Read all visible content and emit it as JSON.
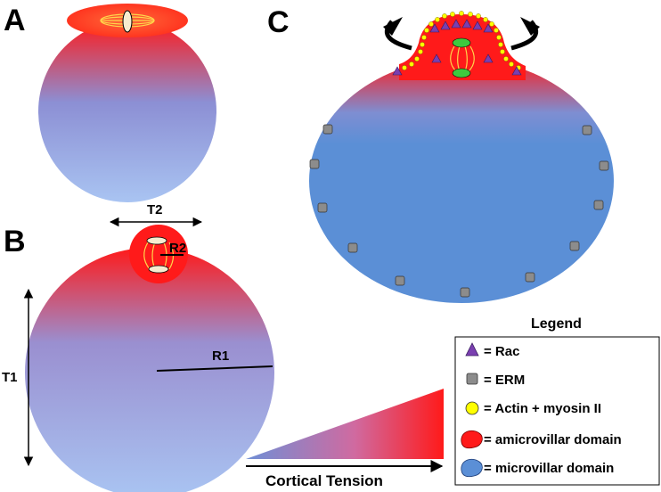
{
  "panels": {
    "a": "A",
    "b": "B",
    "c": "C"
  },
  "labels": {
    "t1": "T1",
    "t2": "T2",
    "r1": "R1",
    "r2": "R2",
    "cortical_tension": "Cortical Tension"
  },
  "legend": {
    "title": "Legend",
    "items": [
      {
        "label": "= Rac",
        "icon": "triangle-icon",
        "color": "#7a3fb0"
      },
      {
        "label": "= ERM",
        "icon": "square-icon",
        "color": "#8c8c8c"
      },
      {
        "label": "= Actin + myosin II",
        "icon": "circle-icon",
        "color": "#ffff00"
      },
      {
        "label": "= amicrovillar domain",
        "icon": "red-blob-icon",
        "color": "#ff1a1a"
      },
      {
        "label": "= microvillar domain",
        "icon": "blue-blob-icon",
        "color": "#5b8fd6"
      }
    ]
  },
  "colors": {
    "red": "#ff1a1a",
    "blue": "#5b8fd6",
    "light_blue": "#a9c4f2",
    "rac": "#7a3fb0",
    "erm": "#8c8c8c",
    "actin": "#ffff00",
    "spindle_green": "#3ec93e"
  }
}
